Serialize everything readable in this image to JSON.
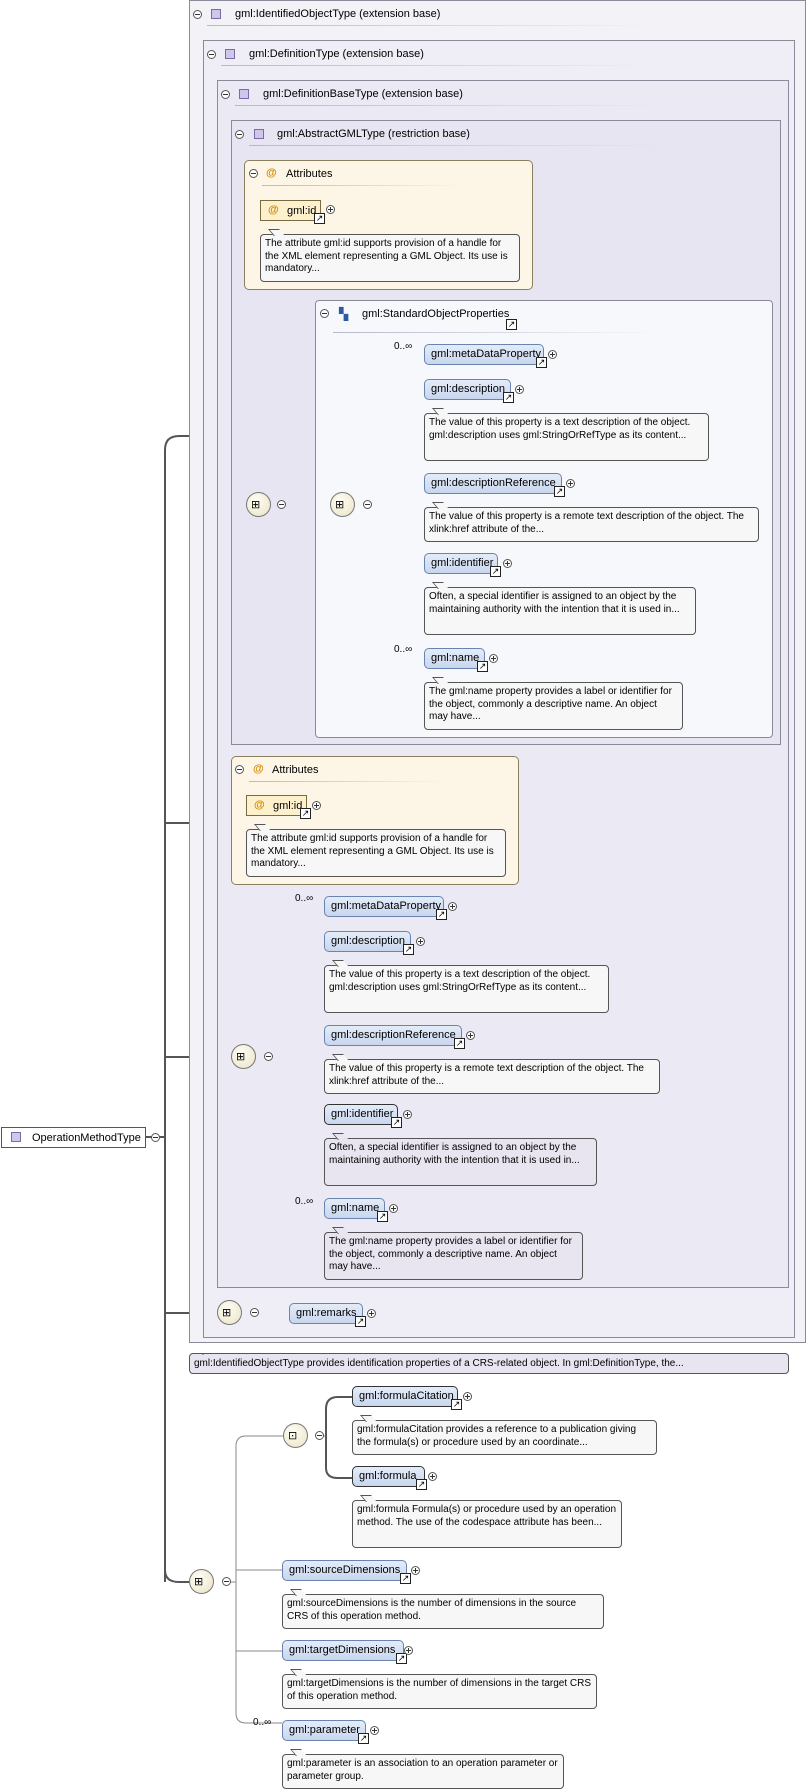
{
  "root": {
    "label": "OperationMethodType"
  },
  "bases": {
    "identified": "gml:IdentifiedObjectType (extension base)",
    "definition": "gml:DefinitionType (extension base)",
    "definition_base": "gml:DefinitionBaseType (extension base)",
    "abstract": "gml:AbstractGMLType (restriction base)"
  },
  "attributes_title": "Attributes",
  "attr_id": {
    "label": "gml:id",
    "doc": "The attribute gml:id supports provision of a handle for the XML element representing a GML Object. Its use is mandatory..."
  },
  "standard_props": {
    "label": "gml:StandardObjectProperties"
  },
  "props": {
    "metadata": {
      "label": "gml:metaDataProperty",
      "card": "0..∞"
    },
    "description": {
      "label": "gml:description",
      "doc": "The value of this property is a text description of the object. gml:description uses gml:StringOrRefType as its content..."
    },
    "description_ref": {
      "label": "gml:descriptionReference",
      "doc": "The value of this property is a remote text description of the object. The xlink:href attribute of the..."
    },
    "identifier": {
      "label": "gml:identifier",
      "doc": "Often, a special identifier is assigned to an object by the maintaining authority with the intention that it is used in..."
    },
    "name": {
      "label": "gml:name",
      "card": "0..∞",
      "doc": "The gml:name property provides a label or identifier for the object, commonly a descriptive name. An object may have..."
    }
  },
  "remarks": {
    "label": "gml:remarks"
  },
  "identified_doc": "gml:IdentifiedObjectType provides identification properties of a CRS-related object. In gml:DefinitionType, the...",
  "method": {
    "formula_citation": {
      "label": "gml:formulaCitation",
      "doc": "gml:formulaCitation provides a reference to a publication giving the formula(s) or procedure used by an coordinate..."
    },
    "formula": {
      "label": "gml:formula",
      "doc": "gml:formula Formula(s) or procedure used by an operation method. The use of the codespace attribute has been..."
    },
    "source_dims": {
      "label": "gml:sourceDimensions",
      "doc": "gml:sourceDimensions is the number of dimensions in the source CRS of this operation method."
    },
    "target_dims": {
      "label": "gml:targetDimensions",
      "doc": "gml:targetDimensions is the number of dimensions in the target CRS of this operation method."
    },
    "parameter": {
      "label": "gml:parameter",
      "card": "0..∞",
      "doc": "gml:parameter is an association to an operation parameter or parameter group."
    }
  }
}
